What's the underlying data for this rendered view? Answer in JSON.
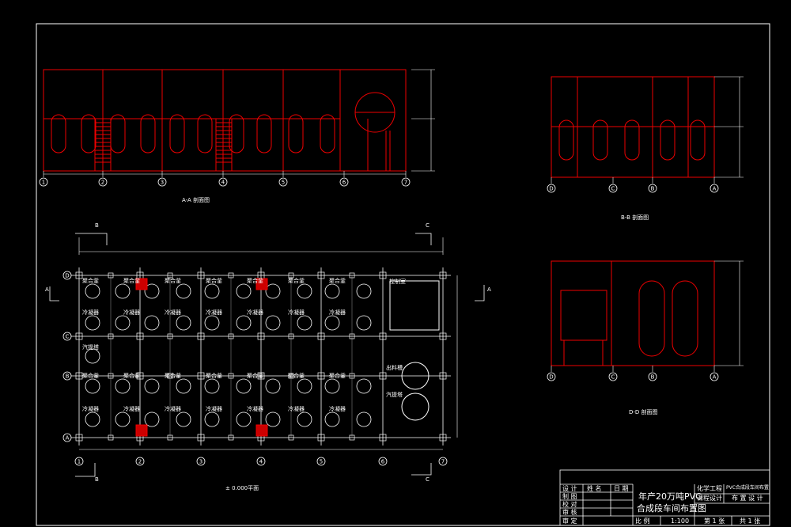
{
  "drawing": {
    "elevation_aa_caption": "A-A 剖面图",
    "section_bb_caption": "B-B 剖面图",
    "section_dd_caption": "D-D 剖面图",
    "plan_elevation_note": "± 0.000平面",
    "section_marks": [
      "B",
      "B",
      "C",
      "C",
      "A",
      "A"
    ]
  },
  "grid_axes": {
    "plan_columns": [
      "1",
      "2",
      "3",
      "4",
      "5",
      "6",
      "7"
    ],
    "plan_rows": [
      "D",
      "C",
      "B",
      "A"
    ],
    "elevation_columns": [
      "1",
      "2",
      "3",
      "4",
      "5",
      "6",
      "7"
    ],
    "section_bb_axes": [
      "D",
      "C",
      "B",
      "A"
    ],
    "section_dd_axes": [
      "D",
      "C",
      "B",
      "A"
    ]
  },
  "plan_labels": {
    "row1": [
      "聚合釜",
      "聚合釜",
      "聚合釜",
      "聚合釜",
      "聚合釜",
      "聚合釜",
      "聚合釜"
    ],
    "row2": [
      "冷凝器",
      "冷凝器",
      "冷凝器",
      "冷凝器",
      "冷凝器",
      "冷凝器",
      "冷凝器"
    ],
    "row3_left": "汽提塔",
    "row4": [
      "聚合釜",
      "聚合釜",
      "聚合釜",
      "聚合釜",
      "聚合釜",
      "聚合釜",
      "聚合釜"
    ],
    "row5": [
      "冷凝器",
      "冷凝器",
      "冷凝器",
      "冷凝器",
      "冷凝器",
      "冷凝器",
      "冷凝器"
    ],
    "right_box": "控制室",
    "right_tanks": [
      "出料槽",
      "汽提塔"
    ]
  },
  "title_block": {
    "title_line1": "年产20万吨PVC",
    "title_line2": "合成段车间布置图",
    "left_rows": [
      "设 计",
      "制 图",
      "校 对",
      "审 核",
      "审 定"
    ],
    "left_headers": [
      "姓 名",
      "日 期"
    ],
    "right_top": [
      "化学工程",
      "PVC合成段车间布置"
    ],
    "right_mid": [
      "课程设计",
      "布 置 设 计"
    ],
    "bottom": [
      "比 例",
      "1:100",
      "第 1 张",
      "共 1 张"
    ]
  }
}
